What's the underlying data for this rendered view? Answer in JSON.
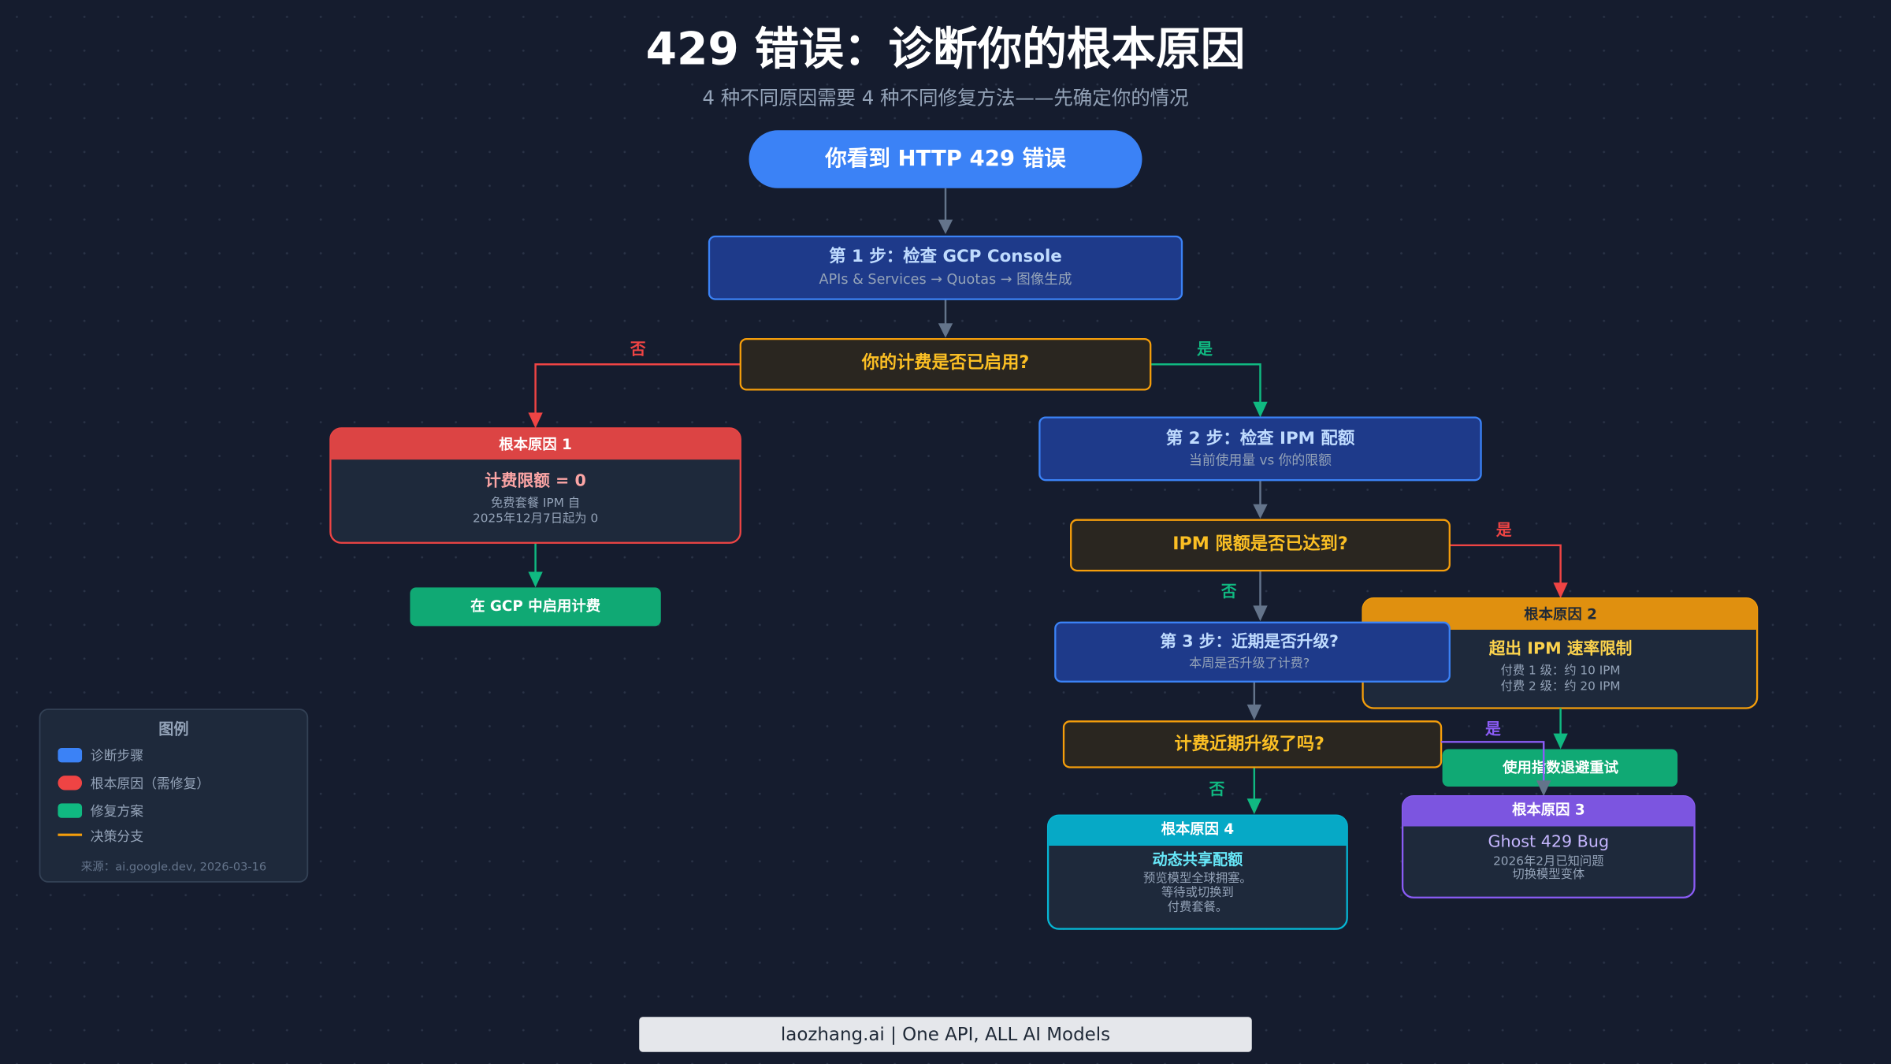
{
  "title": "429 错误：诊断你的根本原因",
  "subtitle": "4 种不同原因需要 4 种不同修复方法——先确定你的情况",
  "colors": {
    "background": "#151c2e",
    "step": "#3b82f6",
    "root_cause": "#ef4444",
    "fix": "#10b981",
    "decision": "#f59e0b",
    "purple": "#8b5cf6",
    "cyan": "#06b6d4"
  },
  "start": {
    "label": "你看到 HTTP 429 错误"
  },
  "step1": {
    "title": "第 1 步：检查 GCP Console",
    "subtitle": "APIs & Services → Quotas → 图像生成"
  },
  "decision1": {
    "label": "你的计费是否已启用?",
    "no": "否",
    "yes": "是"
  },
  "root_cause1": {
    "header": "根本原因 1",
    "title": "计费限额 = 0",
    "lines": [
      "免费套餐 IPM 自",
      "2025年12月7日起为 0"
    ]
  },
  "fix1": {
    "label": "在 GCP 中启用计费"
  },
  "step2": {
    "title": "第 2 步：检查 IPM 配额",
    "subtitle": "当前使用量 vs 你的限额"
  },
  "decision2": {
    "label": "IPM 限额是否已达到?",
    "yes": "是",
    "no": "否"
  },
  "root_cause2": {
    "header": "根本原因 2",
    "title": "超出 IPM 速率限制",
    "lines": [
      "付费 1 级：约 10 IPM",
      "付费 2 级：约 20 IPM"
    ]
  },
  "fix2": {
    "label": "使用指数退避重试"
  },
  "step3": {
    "title": "第 3 步：近期是否升级?",
    "subtitle": "本周是否升级了计费?"
  },
  "decision3": {
    "label": "计费近期升级了吗?",
    "yes": "是",
    "no": "否"
  },
  "root_cause3": {
    "header": "根本原因 3",
    "title": "Ghost 429 Bug",
    "lines": [
      "2026年2月已知问题",
      "切换模型变体"
    ]
  },
  "root_cause4": {
    "header": "根本原因 4",
    "title": "动态共享配额",
    "lines": [
      "预览模型全球拥塞。",
      "等待或切换到",
      "付费套餐。"
    ]
  },
  "legend": {
    "title": "图例",
    "items": [
      {
        "label": "诊断步骤",
        "color": "#3b82f6",
        "kind": "box"
      },
      {
        "label": "根本原因（需修复）",
        "color": "#ef4444",
        "kind": "box"
      },
      {
        "label": "修复方案",
        "color": "#10b981",
        "kind": "box"
      },
      {
        "label": "决策分支",
        "color": "#f59e0b",
        "kind": "line"
      }
    ],
    "source": "来源：ai.google.dev, 2026-03-16"
  },
  "footer": {
    "label": "laozhang.ai | One API, ALL AI Models"
  }
}
